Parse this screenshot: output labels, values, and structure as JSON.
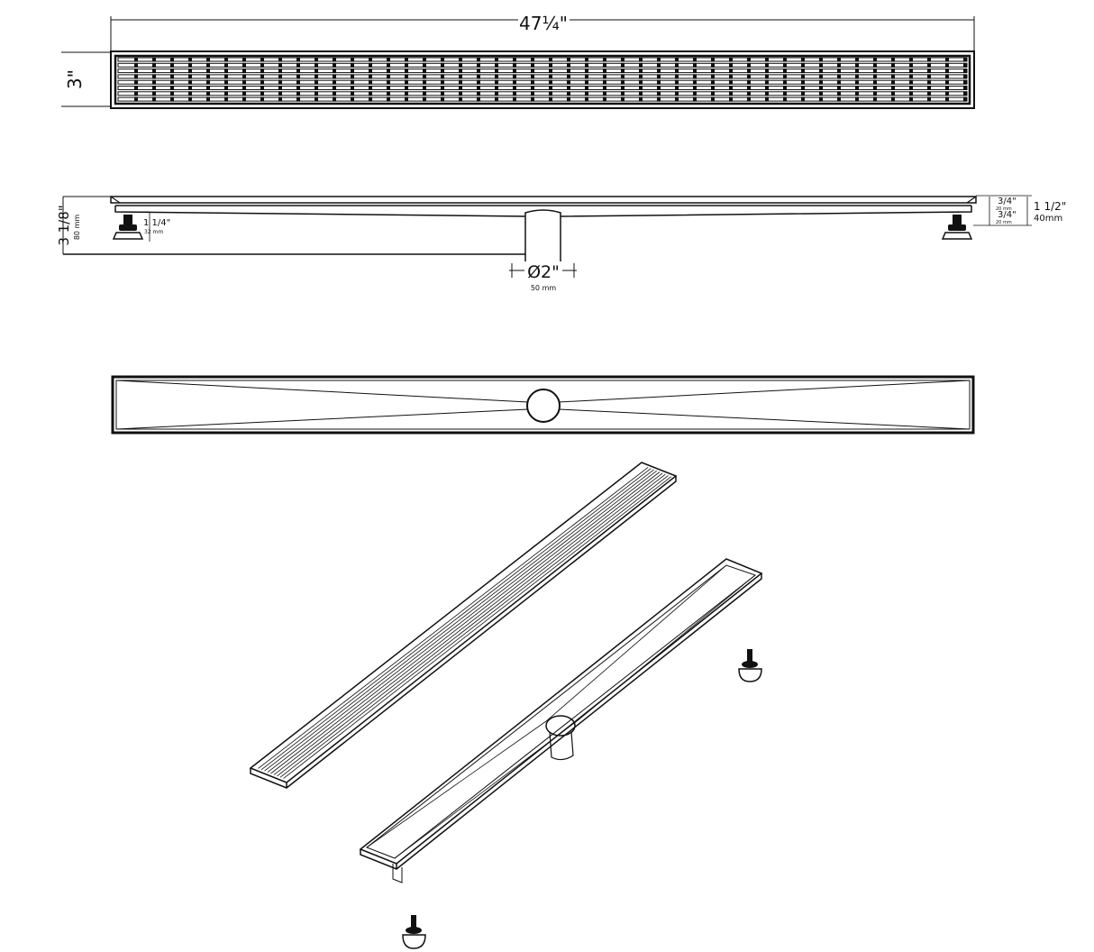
{
  "top_view": {
    "length_label": "47¼\"",
    "width_label": "3\""
  },
  "side_view": {
    "height_label": "3 1/8\"",
    "height_mm": "80 mm",
    "foot_label": "1 1/4\"",
    "foot_mm": "32 mm",
    "grate_label": "3/4\"",
    "grate_mm": "20 mm",
    "channel_label": "3/4\"",
    "channel_mm": "20 mm",
    "total_label": "1 1/2\"",
    "total_mm": "40mm",
    "outlet_label": "Ø2\"",
    "outlet_mm": "50 mm"
  },
  "colors": {
    "line": "#111111",
    "background": "#ffffff"
  }
}
